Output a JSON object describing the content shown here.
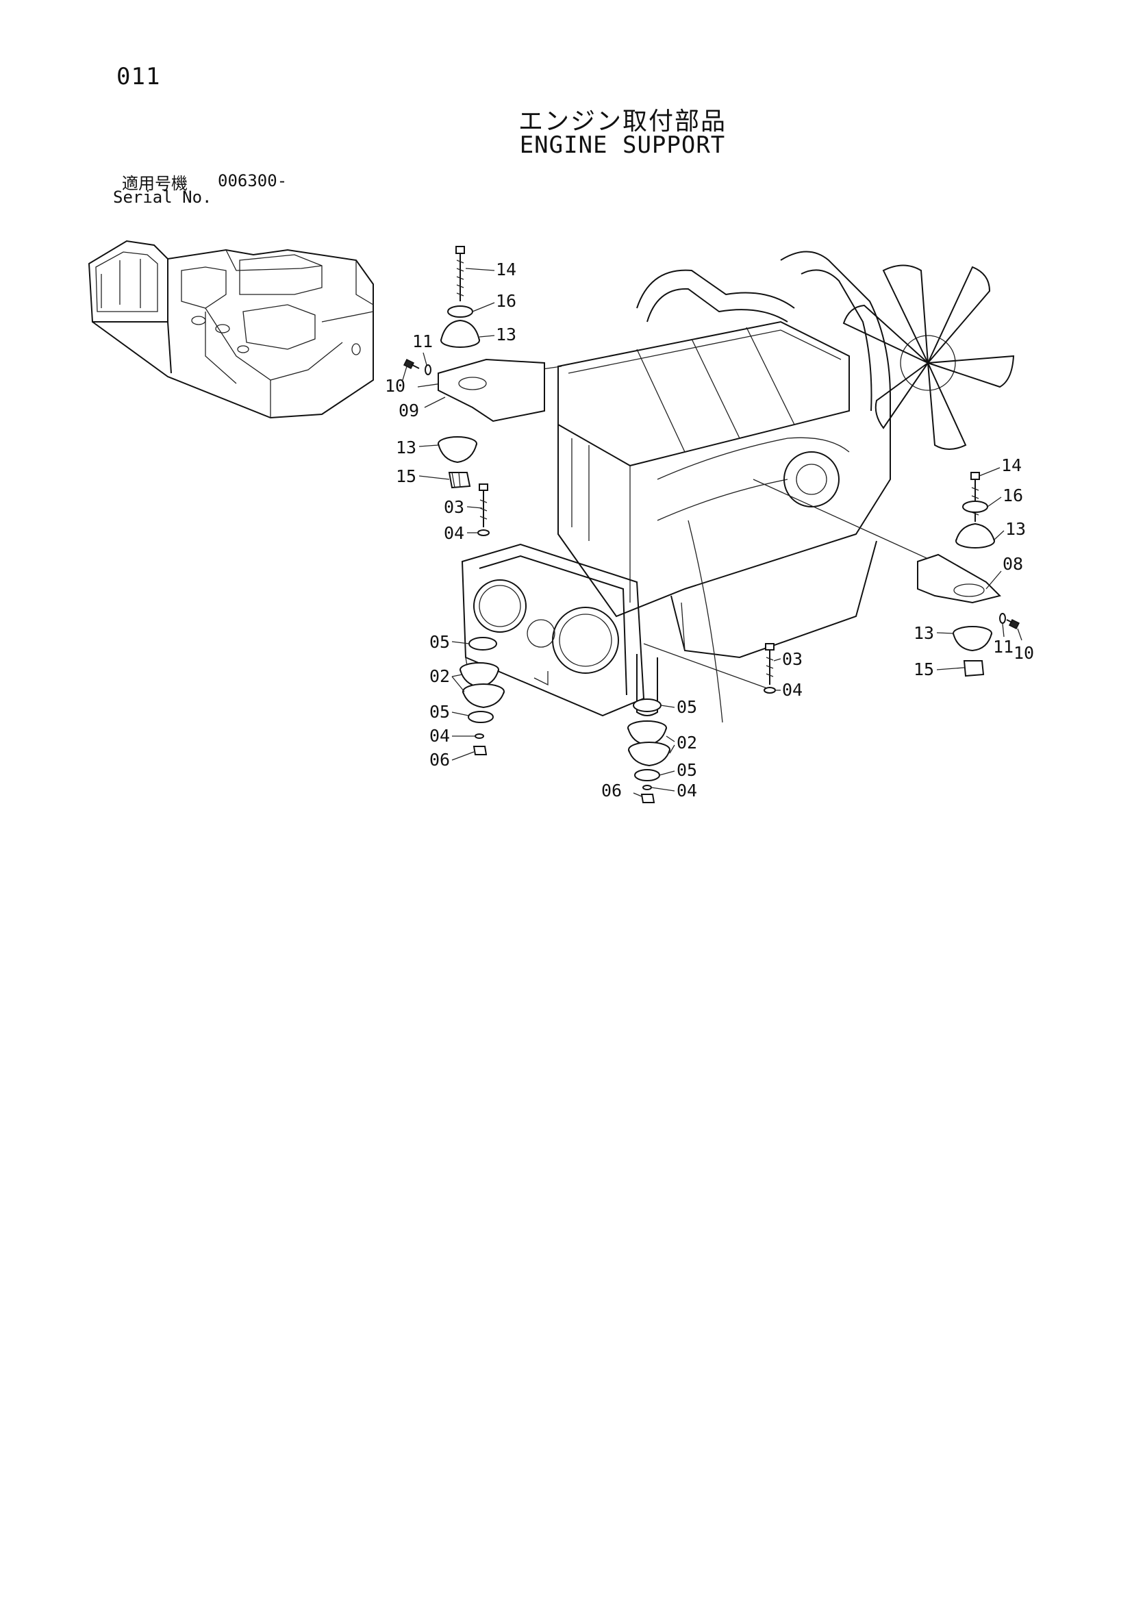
{
  "page": {
    "number": "011",
    "title_jp": "エンジン取付部品",
    "title_en": "ENGINE SUPPORT",
    "serial_label_jp": "適用号機",
    "serial_value": "006300-",
    "serial_label_en": "Serial No."
  },
  "callouts": {
    "c14a": "14",
    "c16a": "16",
    "c13a": "13",
    "c11a": "11",
    "c10a": "10",
    "c09": "09",
    "c13b": "13",
    "c15a": "15",
    "c03a": "03",
    "c04a": "04",
    "c05a": "05",
    "c02a": "02",
    "c05b": "05",
    "c04b": "04",
    "c06a": "06",
    "c14b": "14",
    "c16b": "16",
    "c13c": "13",
    "c08": "08",
    "c13d": "13",
    "c11b": "11",
    "c10b": "10",
    "c15b": "15",
    "c03b": "03",
    "c04c": "04",
    "c05c": "05",
    "c02b": "02",
    "c05d": "05",
    "c06b": "06",
    "c04d": "04"
  }
}
